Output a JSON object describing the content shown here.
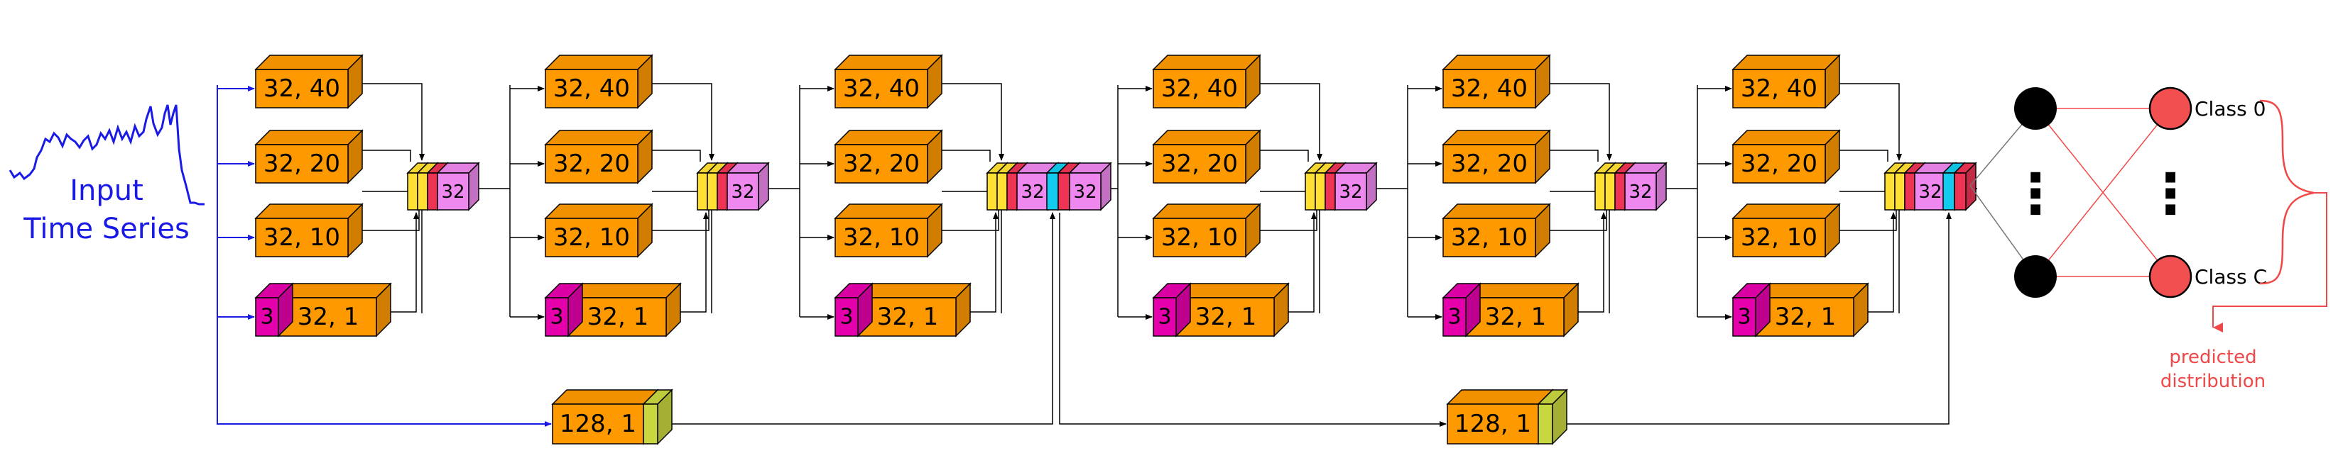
{
  "input": {
    "line1": "Input",
    "line2": "Time Series"
  },
  "branches": {
    "k40": "32, 40",
    "k20": "32, 20",
    "k10": "32, 10",
    "pool_label": "32, 1",
    "pool_tag": "3"
  },
  "concat_label": "32",
  "shortcut_label": "128, 1",
  "output": {
    "class_top": "Class 0",
    "class_bottom": "Class C",
    "ellipsis": "⋮",
    "predicted_line1": "predicted",
    "predicted_line2": "distribution"
  },
  "colors": {
    "blue": "#1a1ae6",
    "orange": "#ff9900",
    "magenta": "#e600ac",
    "violet": "#ee88ee",
    "yellow": "#ffe033",
    "olive": "#c8d640",
    "red": "#ee3355",
    "cyan": "#11ccee",
    "red_line": "#f04848",
    "node_red": "#f25050"
  }
}
